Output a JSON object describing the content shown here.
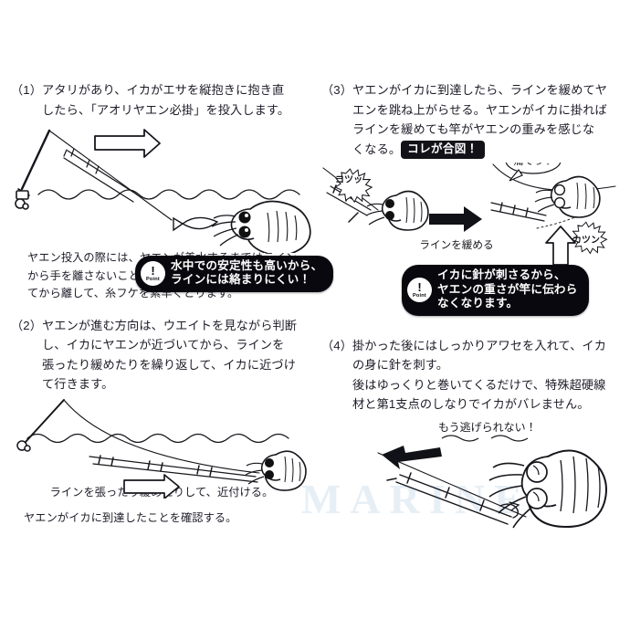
{
  "document": {
    "watermark": "MARINE",
    "language": "ja"
  },
  "sections": [
    {
      "id": "step-1",
      "number": "（1）",
      "lines": [
        "アタリがあり、イカがエサを縦抱きに抱き直",
        "したら、「アオリヤエン必掛」を投入します。"
      ],
      "caption_lines": [
        "ヤエン投入の際には、ヤエンが着水するまではライン",
        "から手を離さないこと。ラインはヤエンが水中に入っ",
        "てから離して、糸フケを素早くとります。"
      ],
      "illustration": {
        "name": "rod-yaen-squid-surface",
        "arrow": "hollow-arrow-down-right",
        "water": "wavy-surface-line",
        "elements": [
          "fishing-rod",
          "reel",
          "yaen-device",
          "line",
          "bait-fish",
          "squid"
        ]
      }
    },
    {
      "id": "step-2",
      "number": "（2）",
      "lines": [
        "ヤエンが進む方向は、ウエイトを見ながら判断",
        "し、イカにヤエンが近づいてから、ラインを",
        "張ったり緩めたりを繰り返して、イカに近づけ",
        "て行きます。"
      ],
      "callout": {
        "badge_mark": "!",
        "badge_word": "Point",
        "lines": [
          "水中での安定性も高いから、",
          "ラインには絡まりにくい！"
        ]
      },
      "captions": [
        "ラインを張ったり緩めたりして、近付ける。",
        "ヤエンがイカに到達したことを確認する。"
      ],
      "illustration": {
        "name": "yaen-travel-underwater",
        "arrow": "hollow-arrow-right",
        "water": "wavy-surface-line",
        "elements": [
          "rod-tip",
          "line",
          "yaen-device",
          "squid"
        ]
      }
    },
    {
      "id": "step-3",
      "number": "（3）",
      "lines": [
        "ヤエンがイカに到達したら、ラインを緩めてヤ",
        "エンを跳ね上がらせる。ヤエンがイカに掛れば",
        "ラインを緩めても竿がヤエンの重みを感じな",
        "くなる。"
      ],
      "inline_badge": "コレが合図！",
      "effects": [
        {
          "name": "burst-kotsu",
          "text": "コツッ"
        },
        {
          "name": "speech-itate",
          "text": "痛てっ！"
        },
        {
          "name": "burst-katsun",
          "text": "カツン"
        }
      ],
      "mid_label": "ラインを緩める",
      "callout": {
        "badge_mark": "!",
        "badge_word": "Point",
        "lines": [
          "イカに針が刺さるから、",
          "ヤエンの重さが竿に伝わら",
          "なくなります。"
        ]
      },
      "illustration": {
        "name": "two-panel-hook-set",
        "arrow": "solid-arrow-right",
        "sub_arrow": "hollow-arrow-up",
        "elements": [
          "yaen-device",
          "squid",
          "line"
        ]
      }
    },
    {
      "id": "step-4",
      "number": "（4）",
      "lines": [
        "掛かった後にはしっかりアワセを入れて、イカ",
        "の身に針を刺す。",
        "後はゆっくりと巻いてくるだけで、特殊超硬線",
        "材と第1支点のしなりでイカがバレません。"
      ],
      "effects": [
        {
          "name": "speech-mou-nigerarenai",
          "text": "もう逃げられない！"
        }
      ],
      "illustration": {
        "name": "squid-hooked-retrieve",
        "arrow": "solid-arrow-left",
        "elements": [
          "line",
          "yaen-device",
          "hook",
          "squid"
        ]
      }
    }
  ]
}
